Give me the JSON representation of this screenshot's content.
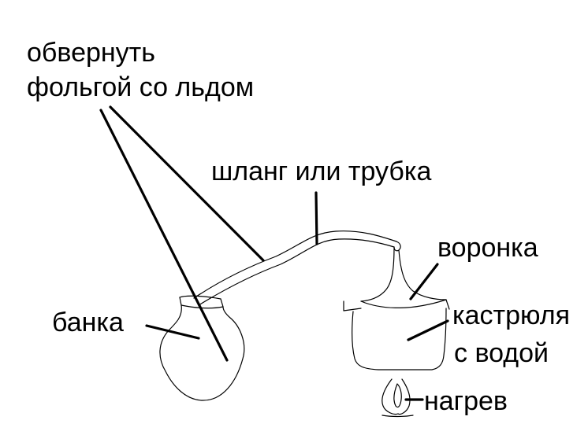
{
  "labels": {
    "wrap_line1": "обвернуть",
    "wrap_line2": "фольгой со льдом",
    "hose": "шланг или трубка",
    "funnel": "воронка",
    "pot_line1": "кастрюля",
    "pot_line2": "с водой",
    "jar": "банка",
    "heat": "нагрев"
  }
}
